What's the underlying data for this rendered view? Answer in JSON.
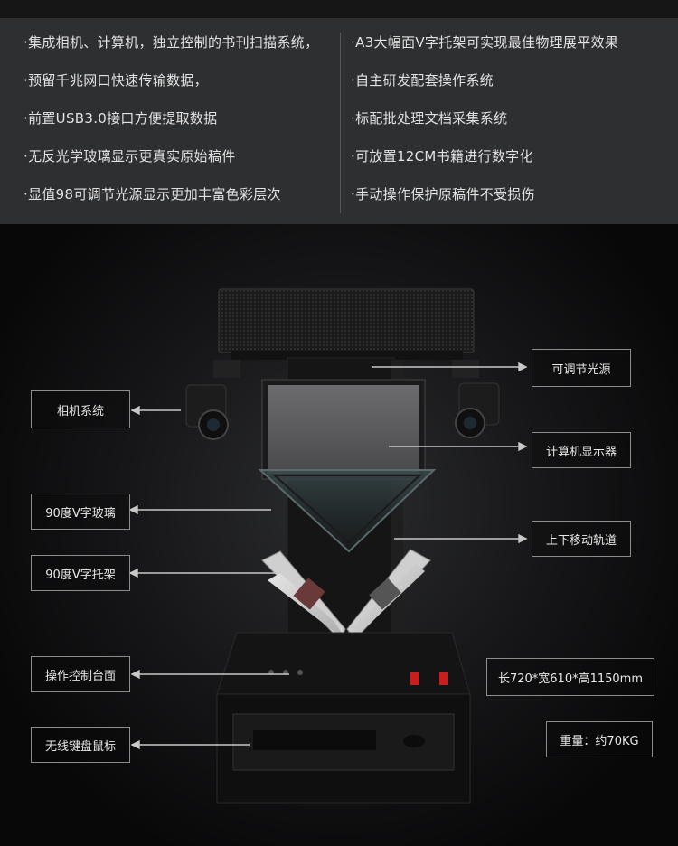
{
  "features": {
    "left": [
      "·集成相机、计算机，独立控制的书刊扫描系统，",
      "·预留千兆网口快速传输数据，",
      "·前置USB3.0接口方便提取数据",
      "·无反光学玻璃显示更真实原始稿件",
      "·显值98可调节光源显示更加丰富色彩层次"
    ],
    "right": [
      "·A3大幅面V字托架可实现最佳物理展平效果",
      "·自主研发配套操作系统",
      "·标配批处理文档采集系统",
      "·可放置12CM书籍进行数字化",
      "·手动操作保护原稿件不受损伤"
    ]
  },
  "labels": {
    "camera_system": "相机系统",
    "v_glass": "90度V字玻璃",
    "v_bracket": "90度V字托架",
    "control_panel": "操作控制台面",
    "keyboard_mouse": "无线键盘鼠标",
    "light_source": "可调节光源",
    "monitor": "计算机显示器",
    "rail": "上下移动轨道",
    "dimensions": "长720*宽610*高1150mm",
    "weight": "重量：约70KG"
  },
  "colors": {
    "feature_panel": "#2e2f31",
    "stage_bg": "#0b0b0c",
    "label_border": "#8c8c8c",
    "accent_red": "#c81e1e"
  }
}
